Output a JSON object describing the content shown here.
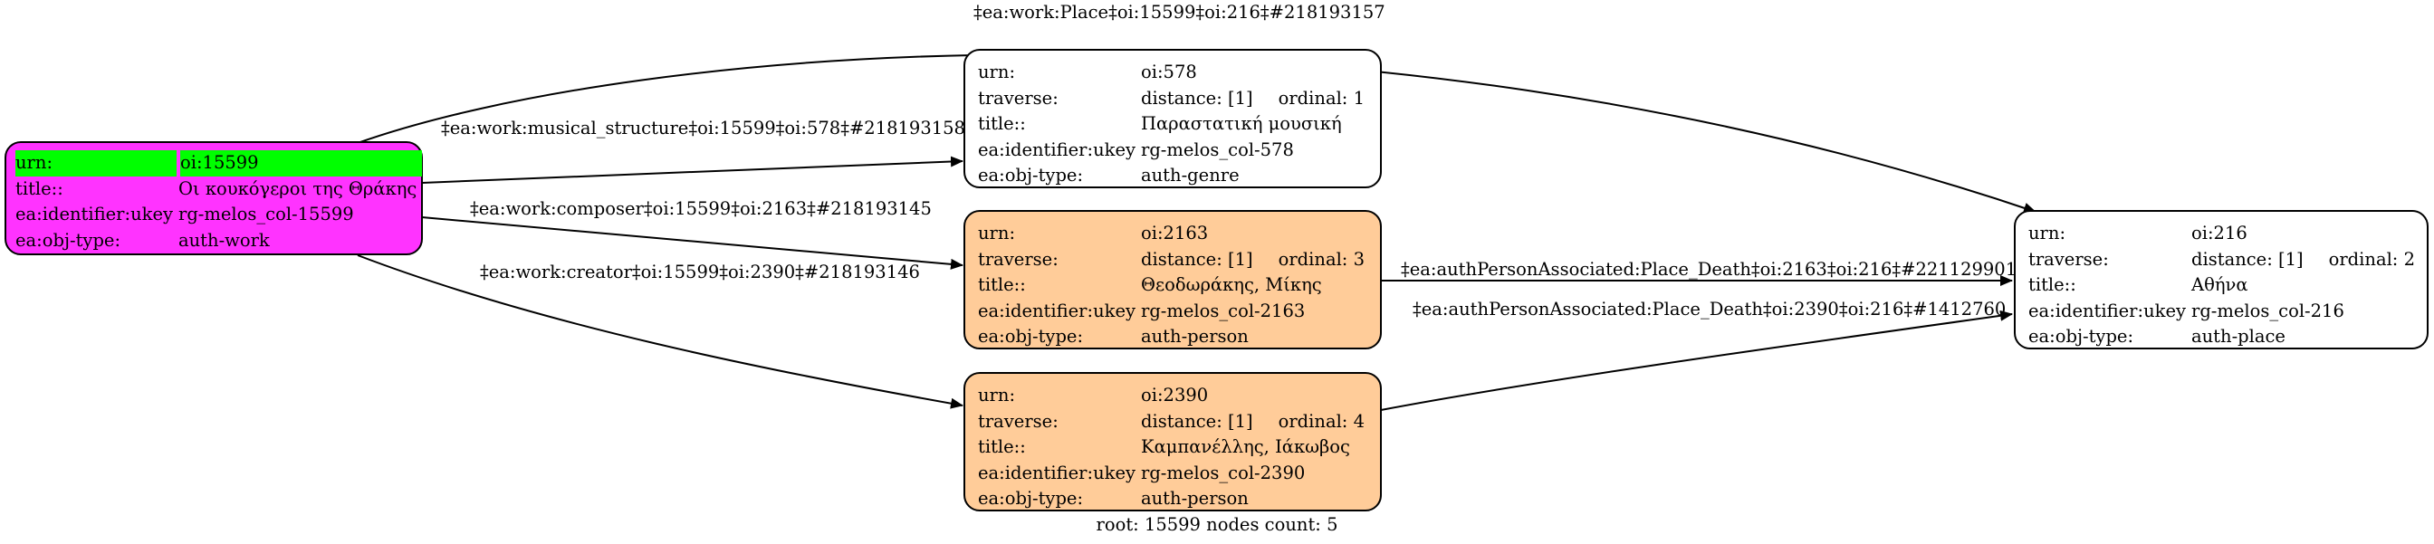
{
  "nodes": {
    "root": {
      "rows": [
        {
          "k": "urn:",
          "v": "oi:15599"
        },
        {
          "k": "title::",
          "v": "Οι κουκόγεροι της Θράκης"
        },
        {
          "k": "ea:identifier:ukey",
          "v": "rg-melos_col-15599"
        },
        {
          "k": "ea:obj-type:",
          "v": "auth-work"
        }
      ]
    },
    "n578": {
      "urn": "oi:578",
      "distance": "distance: [1]",
      "ordinal": "ordinal: 1",
      "title": "Παραστατική μουσική",
      "ukey": "rg-melos_col-578",
      "type": "auth-genre"
    },
    "n2163": {
      "urn": "oi:2163",
      "distance": "distance: [1]",
      "ordinal": "ordinal: 3",
      "title": "Θεοδωράκης, Μίκης",
      "ukey": "rg-melos_col-2163",
      "type": "auth-person"
    },
    "n2390": {
      "urn": "oi:2390",
      "distance": "distance: [1]",
      "ordinal": "ordinal: 4",
      "title": "Καμπανέλλης, Ιάκωβος",
      "ukey": "rg-melos_col-2390",
      "type": "auth-person"
    },
    "n216": {
      "urn": "oi:216",
      "distance": "distance: [1]",
      "ordinal": "ordinal: 2",
      "title": "Αθήνα",
      "ukey": "rg-melos_col-216",
      "type": "auth-place"
    }
  },
  "keys": {
    "urn": "urn:",
    "traverse": "traverse:",
    "title": "title::",
    "ukey": "ea:identifier:ukey",
    "type": "ea:obj-type:"
  },
  "edges": {
    "place": "‡ea:work:Place‡oi:15599‡oi:216‡#218193157",
    "musical": "‡ea:work:musical_structure‡oi:15599‡oi:578‡#218193158",
    "composer": "‡ea:work:composer‡oi:15599‡oi:2163‡#218193145",
    "creator": "‡ea:work:creator‡oi:15599‡oi:2390‡#218193146",
    "death2163": "‡ea:authPersonAssociated:Place_Death‡oi:2163‡oi:216‡#221129901",
    "death2390": "‡ea:authPersonAssociated:Place_Death‡oi:2390‡oi:216‡#1412760"
  },
  "footer": "root: 15599 nodes count: 5"
}
